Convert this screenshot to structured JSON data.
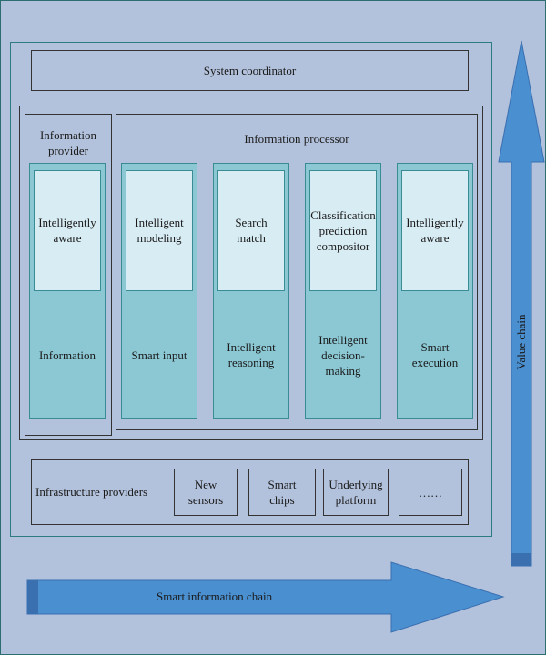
{
  "coordinator": {
    "label": "System coordinator"
  },
  "provider": {
    "label": "Information\nprovider"
  },
  "processor": {
    "label": "Information processor"
  },
  "columns": [
    {
      "top": "Intelligently\naware",
      "bottom": "Information"
    },
    {
      "top": "Intelligent\nmodeling",
      "bottom": "Smart input"
    },
    {
      "top": "Search\nmatch",
      "bottom": "Intelligent\nreasoning"
    },
    {
      "top": "Classification\nprediction\ncompositor",
      "bottom": "Intelligent\ndecision-\nmaking"
    },
    {
      "top": "Intelligently\naware",
      "bottom": "Smart\nexecution"
    }
  ],
  "infrastructure": {
    "label": "Infrastructure providers",
    "items": [
      "New\nsensors",
      "Smart\nchips",
      "Underlying\nplatform",
      "……"
    ]
  },
  "arrows": {
    "horizontal": "Smart information chain",
    "vertical": "Value chain"
  },
  "colors": {
    "background": "#b3c2dc",
    "column_fill": "#8bc8d4",
    "column_top_fill": "#d8ecf4",
    "arrow_fill": "#4a8fd0",
    "arrow_dark": "#3a6fb0"
  }
}
